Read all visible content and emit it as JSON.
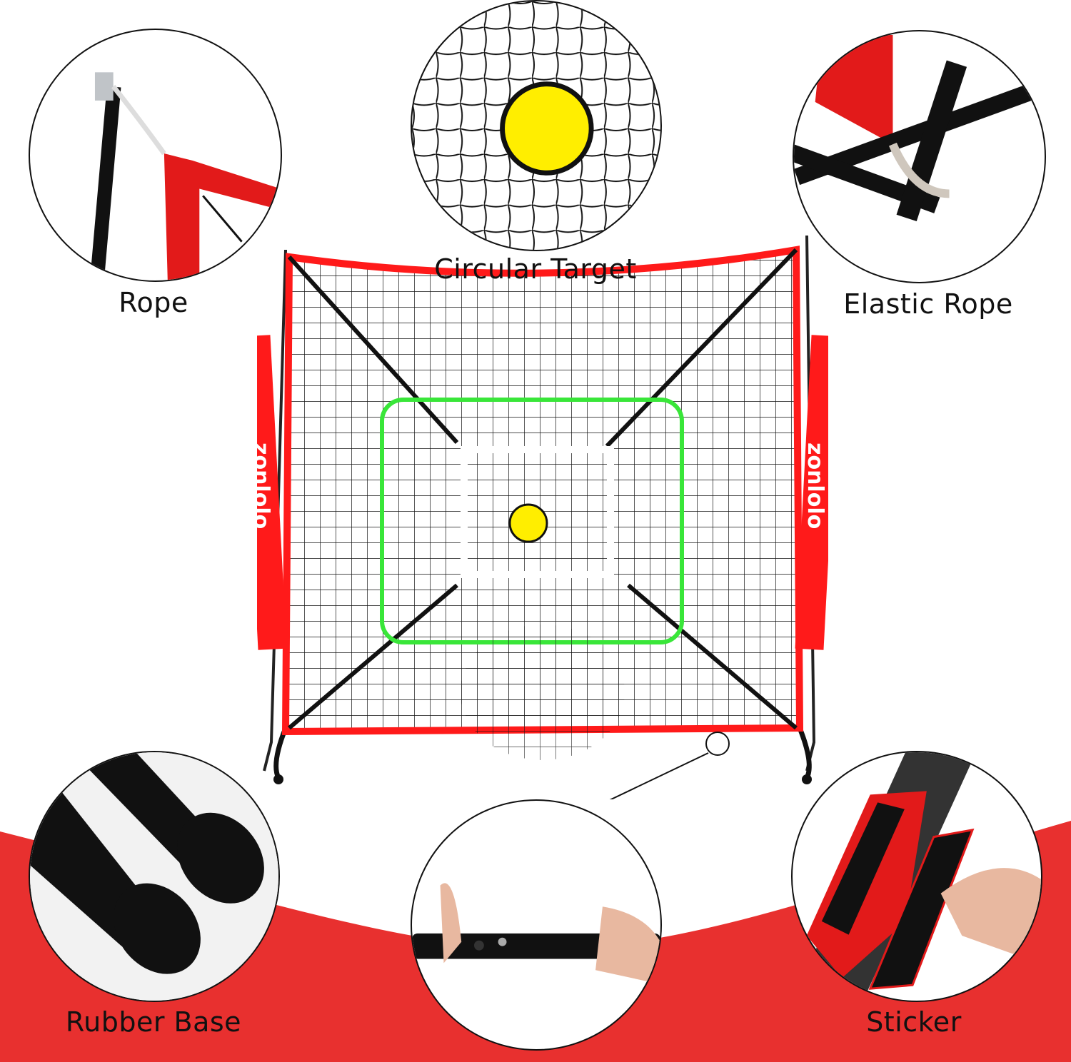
{
  "brand": {
    "logo_text": "zonlolo",
    "accent_red": "#e8302f",
    "net_red": "#ff1a1a",
    "target_green": "#39e639",
    "target_yellow": "#ffee00"
  },
  "callouts": [
    {
      "id": "rope",
      "label": "Rope",
      "icon": "rope-pole-detail"
    },
    {
      "id": "circular-target",
      "label": "Circular Target",
      "icon": "yellow-target-on-net"
    },
    {
      "id": "elastic-rope",
      "label": "Elastic Rope",
      "icon": "elastic-rope-frame-joint"
    },
    {
      "id": "rubber-base",
      "label": "Rubber Base",
      "icon": "rubber-foot-caps"
    },
    {
      "id": "pole-connector",
      "label": "",
      "icon": "telescopic-pole-lock"
    },
    {
      "id": "sticker",
      "label": "Sticker",
      "icon": "velcro-strap"
    }
  ]
}
